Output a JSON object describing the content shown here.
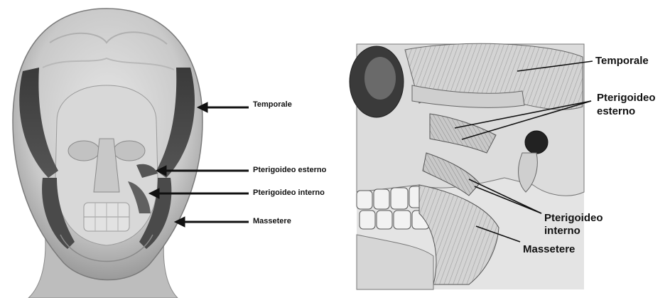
{
  "front_view": {
    "labels": {
      "temporale": "Temporale",
      "pterigoideo_esterno": "Pterigoideo esterno",
      "pterigoideo_interno": "Pterigoideo interno",
      "massetere": "Massetere"
    }
  },
  "lateral_view": {
    "labels": {
      "temporale": "Temporale",
      "pterigoideo_esterno_line1": "Pterigoideo",
      "pterigoideo_esterno_line2": "esterno",
      "pterigoideo_interno_line1": "Pterigoideo",
      "pterigoideo_interno_line2": "interno",
      "massetere": "Massetere"
    }
  }
}
